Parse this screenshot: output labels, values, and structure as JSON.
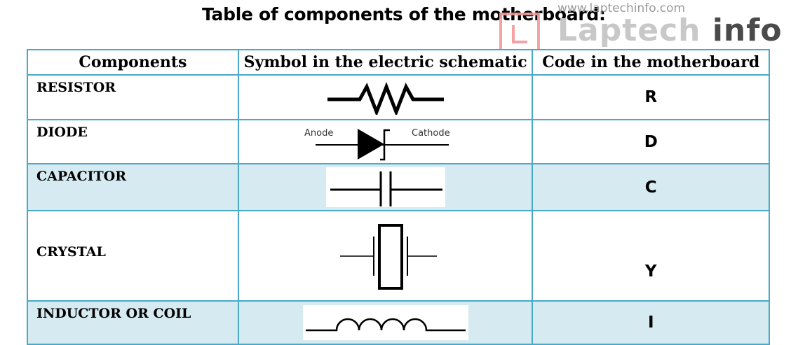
{
  "title": "Table of components of the motherboard:",
  "watermark": {
    "url": "www.laptechinfo.com",
    "brand_light": "Laptech",
    "brand_dark": "info"
  },
  "table": {
    "headers": [
      "Components",
      "Symbol in the electric schematic",
      "Code in the motherboard"
    ],
    "rows": [
      {
        "component": "RESISTOR",
        "symbol_icon": "resistor-symbol",
        "code": "R",
        "shaded": false
      },
      {
        "component": "DIODE",
        "symbol_icon": "diode-symbol",
        "code": "D",
        "shaded": false,
        "symbol_labels": [
          "Anode",
          "Cathode"
        ]
      },
      {
        "component": "CAPACITOR",
        "symbol_icon": "capacitor-symbol",
        "code": "C",
        "shaded": true
      },
      {
        "component": "CRYSTAL",
        "symbol_icon": "crystal-symbol",
        "code": "Y",
        "shaded": false
      },
      {
        "component": "INDUCTOR OR COIL",
        "symbol_icon": "inductor-symbol",
        "code": "I",
        "shaded": true
      }
    ]
  },
  "colors": {
    "border": "#4aa8c8",
    "shade": "#d5eaf1",
    "watermark_pink": "#f29a9a"
  }
}
